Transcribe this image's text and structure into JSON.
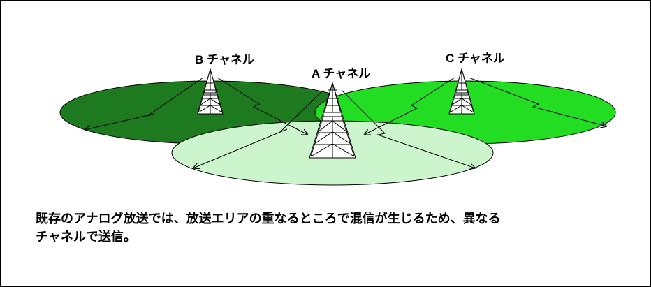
{
  "channels": [
    {
      "id": "B",
      "label": "B チャネル",
      "color": "#1e7a1e"
    },
    {
      "id": "A",
      "label": "A チャネル",
      "color": "#cdf5cd"
    },
    {
      "id": "C",
      "label": "C チャネル",
      "color": "#22dd22"
    }
  ],
  "caption": {
    "line1": "既存のアナログ放送では、放送エリアの重なるところで混信が生じるため、異なる",
    "line2": "チャネルで送信。"
  },
  "colors": {
    "outline": "#000000",
    "background": "#ffffff"
  }
}
